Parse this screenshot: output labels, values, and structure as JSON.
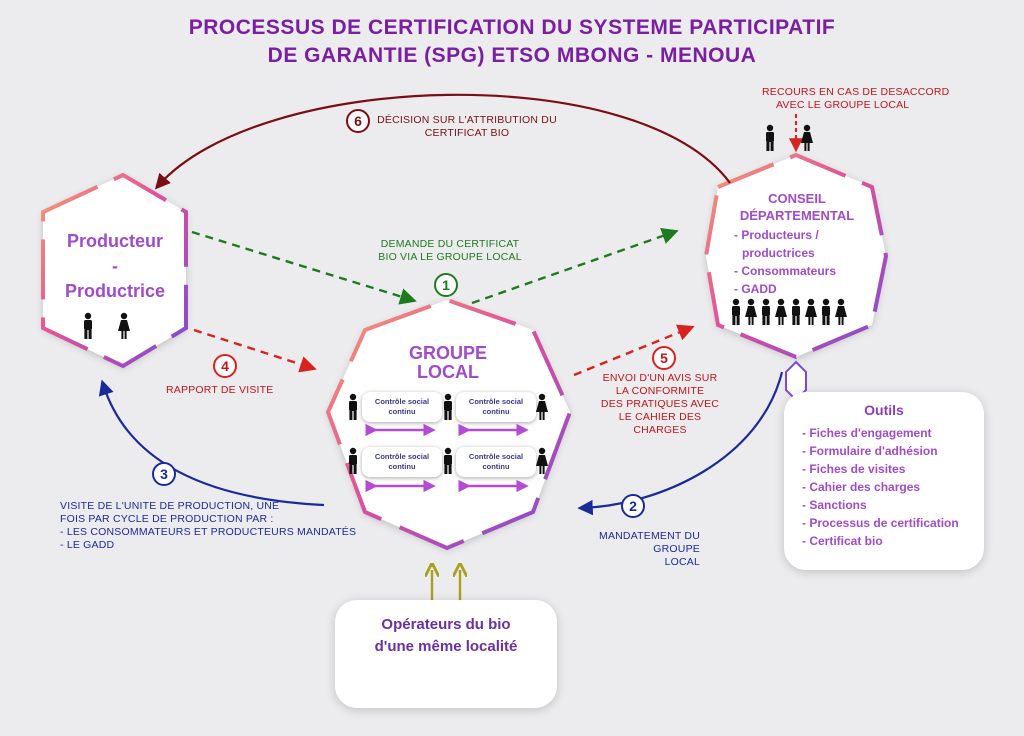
{
  "title": {
    "line1": "PROCESSUS DE CERTIFICATION DU SYSTEME PARTICIPATIF",
    "line2": "DE GARANTIE (SPG)  ETSO MBONG - MENOUA"
  },
  "nodes": {
    "producteur": {
      "line1": "Producteur",
      "line2": "-",
      "line3": "Productrice"
    },
    "groupe_local": {
      "line1": "GROUPE",
      "line2": "LOCAL",
      "pill_label": "Contrôle social continu"
    },
    "conseil": {
      "line1": "CONSEIL",
      "line2": "DÉPARTEMENTAL",
      "members": [
        "- Producteurs /",
        "productrices",
        "- Consommateurs",
        "- GADD"
      ]
    },
    "operateurs": {
      "line1": "Opérateurs du bio",
      "line2": "d'une même localité"
    }
  },
  "outils": {
    "title": "Outils",
    "items": [
      "- Fiches d'engagement",
      "- Formulaire d'adhésion",
      "- Fiches de visites",
      "- Cahier des charges",
      "- Sanctions",
      "- Processus de certification",
      "- Certificat bio"
    ]
  },
  "steps": {
    "s1": {
      "num": "1",
      "line1": "DEMANDE DU CERTIFICAT",
      "line2": "BIO VIA LE GROUPE LOCAL"
    },
    "s2": {
      "num": "2",
      "line1": "MANDATEMENT DU GROUPE",
      "line2": "LOCAL"
    },
    "s3": {
      "num": "3",
      "line1": "VISITE DE L'UNITE DE PRODUCTION, UNE",
      "line2": "FOIS PAR CYCLE DE PRODUCTION PAR :",
      "line3": "- LES CONSOMMATEURS ET PRODUCTEURS MANDATÉS",
      "line4": "- LE GADD"
    },
    "s4": {
      "num": "4",
      "line1": "RAPPORT DE VISITE"
    },
    "s5": {
      "num": "5",
      "line1": "ENVOI D'UN AVIS SUR",
      "line2": "LA CONFORMITE",
      "line3": "DES PRATIQUES AVEC",
      "line4": "LE CAHIER DES",
      "line5": "CHARGES"
    },
    "s6": {
      "num": "6",
      "line1": "DÉCISION SUR L'ATTRIBUTION DU",
      "line2": "CERTIFICAT BIO"
    }
  },
  "recours": {
    "line1": "RECOURS EN CAS DE DESACCORD",
    "line2": "AVEC LE GROUPE LOCAL"
  },
  "colors": {
    "title": "#7a1fa2",
    "hex_label": "#a14bc8",
    "green_arrow": "#1f7a1f",
    "red_arrow": "#d9211e",
    "blue_arrow": "#1b2a9a",
    "darkred_arrow": "#7a0e14",
    "olive_arrow": "#a6a21e",
    "pill_arrow": "#b54ad6"
  },
  "icons": [
    "man-icon",
    "woman-icon",
    "double-arrow-icon"
  ]
}
